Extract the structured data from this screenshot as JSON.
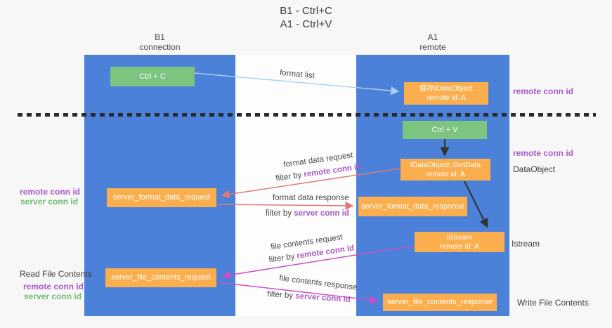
{
  "title": {
    "line1": "B1 - Ctrl+C",
    "line2": "A1 - Ctrl+V"
  },
  "lanes": {
    "left": {
      "header_top": "B1",
      "header_bottom": "connection"
    },
    "right": {
      "header_top": "A1",
      "header_bottom": "remote"
    }
  },
  "nodes": {
    "ctrl_c": {
      "label": "Ctrl + C"
    },
    "ctrl_v": {
      "label": "Ctrl + V"
    },
    "save_dataobject": {
      "line1": "保存IDataObject",
      "line2": "remote id: A"
    },
    "getdata": {
      "line1": "IDataObject::GetData",
      "line2": "remote id: A"
    },
    "istream": {
      "line1": "IStream",
      "line2": "remote id: A"
    },
    "format_request": {
      "label": "server_format_data_request"
    },
    "format_response": {
      "label": "server_format_data_response"
    },
    "file_request": {
      "label": "server_file_contents_request"
    },
    "file_response": {
      "label": "server_file_contents_response"
    }
  },
  "edges": {
    "format_list": {
      "label": "format list"
    },
    "format_data_request": {
      "label": "format data request",
      "filter_prefix": "filter by ",
      "filter_key": "remote conn id"
    },
    "format_data_response": {
      "label": "format data response",
      "filter_prefix": "filter by ",
      "filter_key": "server conn id"
    },
    "file_contents_request": {
      "label": "file contents request",
      "filter_prefix": "filter by ",
      "filter_key": "remote conn id"
    },
    "file_contents_response": {
      "label": "file contents response",
      "filter_prefix": "filter by ",
      "filter_key": "server conn id"
    }
  },
  "side_labels": {
    "right": {
      "remote_conn_id_top": "remote conn id",
      "remote_conn_id_mid": "remote conn id",
      "dataobject": "DataObject",
      "istream": "Istream",
      "write_file_contents": "Write File Contents"
    },
    "left": {
      "remote_conn_id_mid": "remote conn id",
      "server_conn_id_mid": "server conn id",
      "read_file_contents": "Read File Contents",
      "remote_conn_id_bottom": "remote conn id",
      "server_conn_id_bottom": "server conn id"
    }
  },
  "colors": {
    "lane_blue": "#4b81d8",
    "box_green": "#7cc47f",
    "box_orange": "#fbae4d",
    "arrow_salmon": "#e07a73",
    "arrow_magenta": "#cb4fc5",
    "arrow_lightblue": "#a9d2f0",
    "arrow_black": "#333333",
    "text_purple": "#a95ac8",
    "text_green": "#6dbd6d"
  }
}
